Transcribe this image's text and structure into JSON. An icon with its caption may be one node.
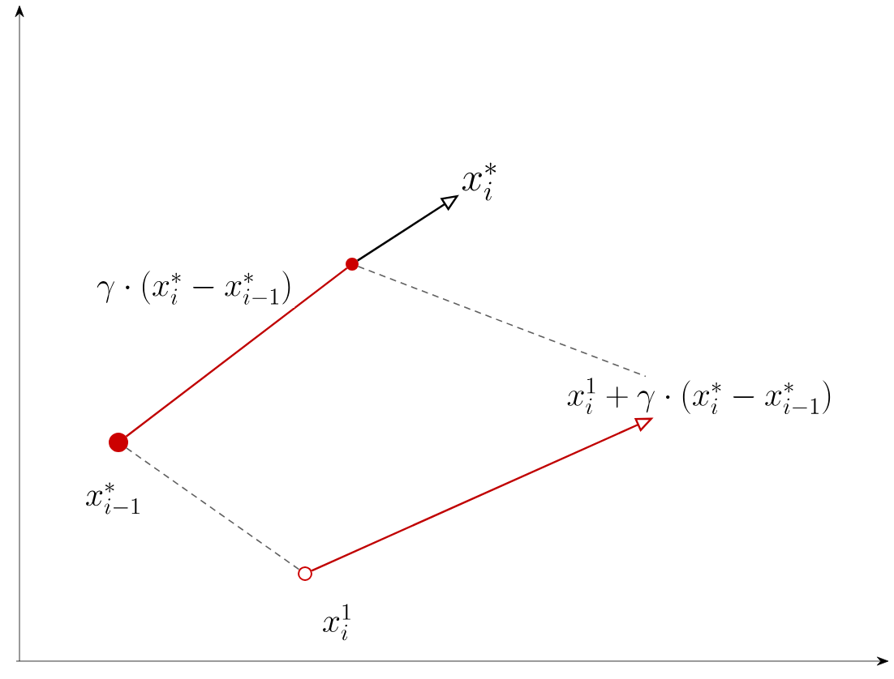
{
  "diagram": {
    "nodes": [
      {
        "text": [],
        "shape": "circle",
        "beside": [
          "x_{i-1}^{*}"
        ]
      },
      {
        "text": [],
        "shape": "circle"
      },
      {
        "text": [
          "x_{i}^{*}"
        ]
      },
      {
        "text": [],
        "shape": "circle",
        "beside": [
          "x_{i}^{1}"
        ]
      },
      {
        "text": [
          "x_{i}^{1}+\\gamma\\cdot(x_{i}^{*}-x_{i-1}^{*})"
        ]
      }
    ],
    "edges": [
      {
        "from": 0,
        "to": 1,
        "arrow": "none",
        "color": "#c00000",
        "label": "\\gamma\\cdot(x_{i}^{*}-x_{i-1}^{*})"
      },
      {
        "from": 1,
        "to": 2,
        "arrow": "to",
        "color": "#000000"
      },
      {
        "from": 0,
        "to": 3,
        "arrow": "none",
        "style": "dashed",
        "color": "#606060"
      },
      {
        "from": 3,
        "to": 4,
        "arrow": "to",
        "color": "#c00000"
      },
      {
        "from": 1,
        "to": 4,
        "arrow": "none",
        "style": "dashed",
        "color": "#606060"
      }
    ]
  }
}
